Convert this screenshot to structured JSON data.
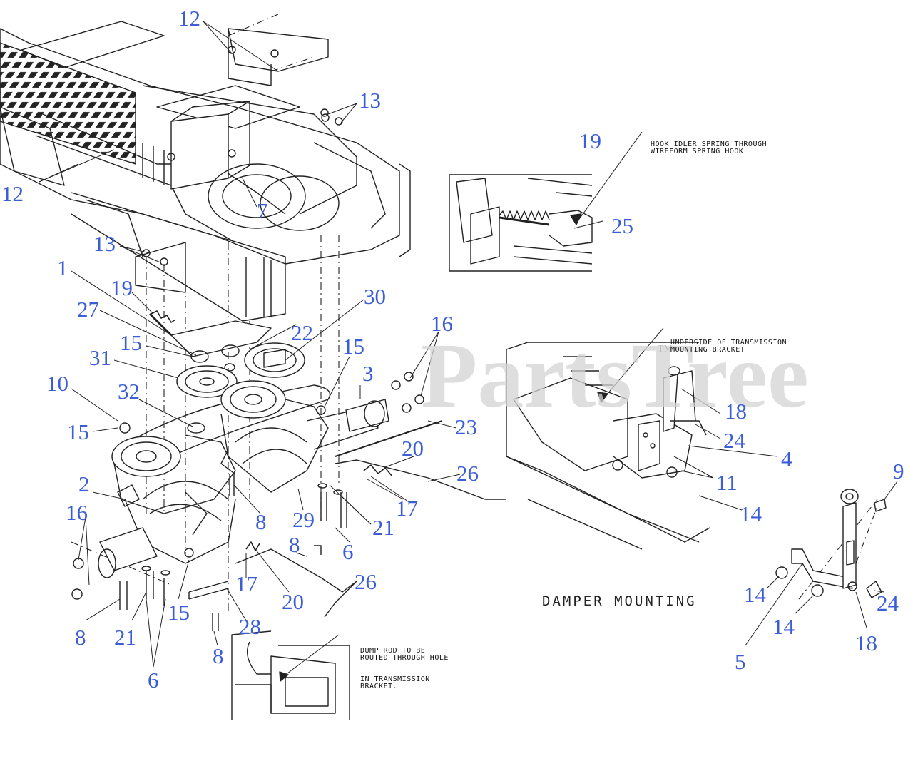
{
  "watermark": "PartsTree",
  "watermark_tm": "TM",
  "notes": {
    "hook_idler": [
      "HOOK IDLER SPRING THROUGH",
      "WIREFORM SPRING HOOK"
    ],
    "underside": [
      "UNDERSIDE OF TRANSMISSION",
      "MOUNTING BRACKET"
    ],
    "dump_rod": [
      "DUMP ROD TO BE",
      "ROUTED THROUGH HOLE",
      "IN TRANSMISSION",
      "BRACKET."
    ]
  },
  "caption": "DAMPER MOUNTING",
  "callouts": [
    {
      "id": "12a",
      "label": "12"
    },
    {
      "id": "12b",
      "label": "12"
    },
    {
      "id": "13a",
      "label": "13"
    },
    {
      "id": "13b",
      "label": "13"
    },
    {
      "id": "7",
      "label": "7"
    },
    {
      "id": "1",
      "label": "1"
    },
    {
      "id": "19a",
      "label": "19"
    },
    {
      "id": "27",
      "label": "27"
    },
    {
      "id": "15a",
      "label": "15"
    },
    {
      "id": "31",
      "label": "31"
    },
    {
      "id": "10",
      "label": "10"
    },
    {
      "id": "32",
      "label": "32"
    },
    {
      "id": "15b",
      "label": "15"
    },
    {
      "id": "2",
      "label": "2"
    },
    {
      "id": "16a",
      "label": "16"
    },
    {
      "id": "8a",
      "label": "8"
    },
    {
      "id": "21a",
      "label": "21"
    },
    {
      "id": "6a",
      "label": "6"
    },
    {
      "id": "15c",
      "label": "15"
    },
    {
      "id": "17a",
      "label": "17"
    },
    {
      "id": "20a",
      "label": "20"
    },
    {
      "id": "28",
      "label": "28"
    },
    {
      "id": "8b",
      "label": "8"
    },
    {
      "id": "8c",
      "label": "8"
    },
    {
      "id": "8d",
      "label": "8"
    },
    {
      "id": "29",
      "label": "29"
    },
    {
      "id": "6b",
      "label": "6"
    },
    {
      "id": "21b",
      "label": "21"
    },
    {
      "id": "26a",
      "label": "26"
    },
    {
      "id": "30",
      "label": "30"
    },
    {
      "id": "22",
      "label": "22"
    },
    {
      "id": "15d",
      "label": "15"
    },
    {
      "id": "3",
      "label": "3"
    },
    {
      "id": "16b",
      "label": "16"
    },
    {
      "id": "23",
      "label": "23"
    },
    {
      "id": "20b",
      "label": "20"
    },
    {
      "id": "26b",
      "label": "26"
    },
    {
      "id": "17b",
      "label": "17"
    },
    {
      "id": "19b",
      "label": "19"
    },
    {
      "id": "25",
      "label": "25"
    },
    {
      "id": "18a",
      "label": "18"
    },
    {
      "id": "24a",
      "label": "24"
    },
    {
      "id": "4",
      "label": "4"
    },
    {
      "id": "11",
      "label": "11"
    },
    {
      "id": "14a",
      "label": "14"
    },
    {
      "id": "9",
      "label": "9"
    },
    {
      "id": "14b",
      "label": "14"
    },
    {
      "id": "14c",
      "label": "14"
    },
    {
      "id": "24b",
      "label": "24"
    },
    {
      "id": "18b",
      "label": "18"
    },
    {
      "id": "5",
      "label": "5"
    }
  ]
}
